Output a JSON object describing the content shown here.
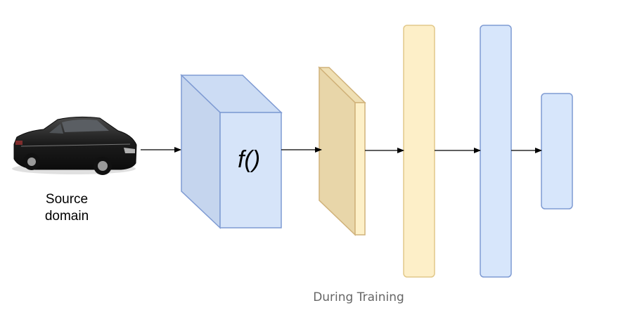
{
  "diagram": {
    "input": {
      "image": "car-image",
      "label_line1": "Source",
      "label_line2": "domain"
    },
    "encoder": {
      "label": "f()",
      "colors": {
        "front": "#d6e4f9",
        "side": "#c5d5ee",
        "top": "#ccdcf4",
        "stroke": "#7f9bd3"
      }
    },
    "feature_slab": {
      "colors": {
        "front": "#e8d6a9",
        "side": "#fdf0c8",
        "top": "#efdfb3",
        "stroke": "#d0b27a"
      }
    },
    "fc_layer_1": {
      "colors": {
        "fill": "#fdefc8",
        "stroke": "#e2c98a"
      }
    },
    "fc_layer_2": {
      "colors": {
        "fill": "#d7e6fb",
        "stroke": "#7f9bd3"
      }
    },
    "output_layer": {
      "colors": {
        "fill": "#d7e6fb",
        "stroke": "#7f9bd3"
      }
    },
    "caption": "During Training"
  }
}
